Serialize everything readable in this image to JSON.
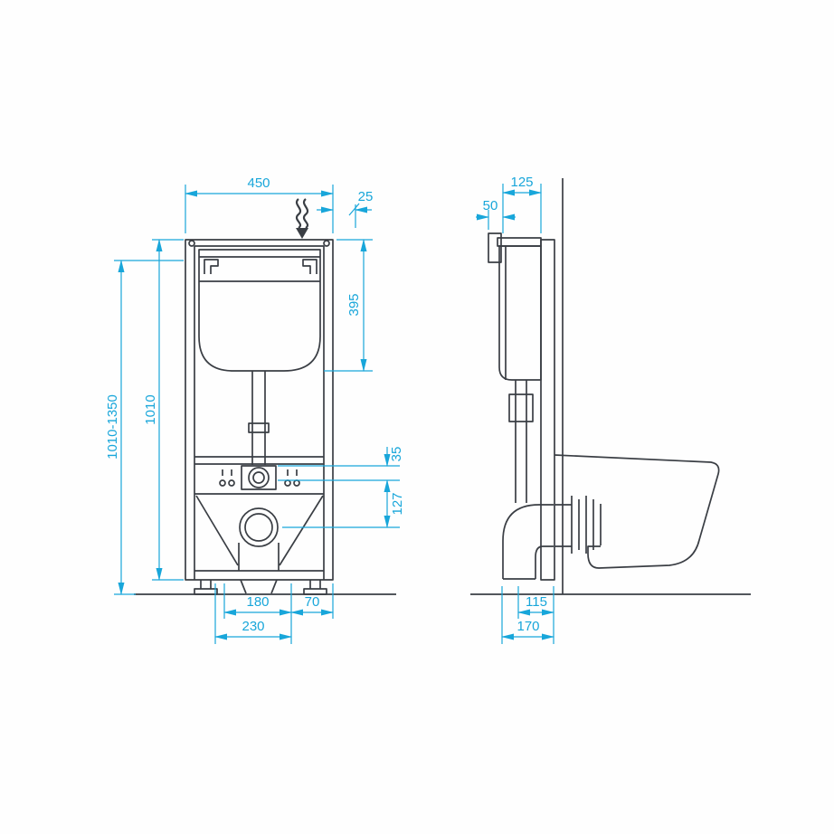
{
  "colors": {
    "dimension": "#18a6da",
    "drawing": "#3a3e44",
    "background": "#fefefe"
  },
  "front_view": {
    "dims": {
      "frame_width": "450",
      "inlet_offset": "25",
      "cistern_height": "395",
      "frame_height": "1010",
      "installation_height": "1010-1350",
      "flush_offset": "35",
      "outlet_drop": "127",
      "fixing_spacing": "180",
      "edge_offset": "70",
      "outlet_width": "230"
    }
  },
  "side_view": {
    "dims": {
      "frame_depth": "125",
      "actuator_depth": "50",
      "outlet_offset": "115",
      "outlet_depth": "170"
    }
  }
}
